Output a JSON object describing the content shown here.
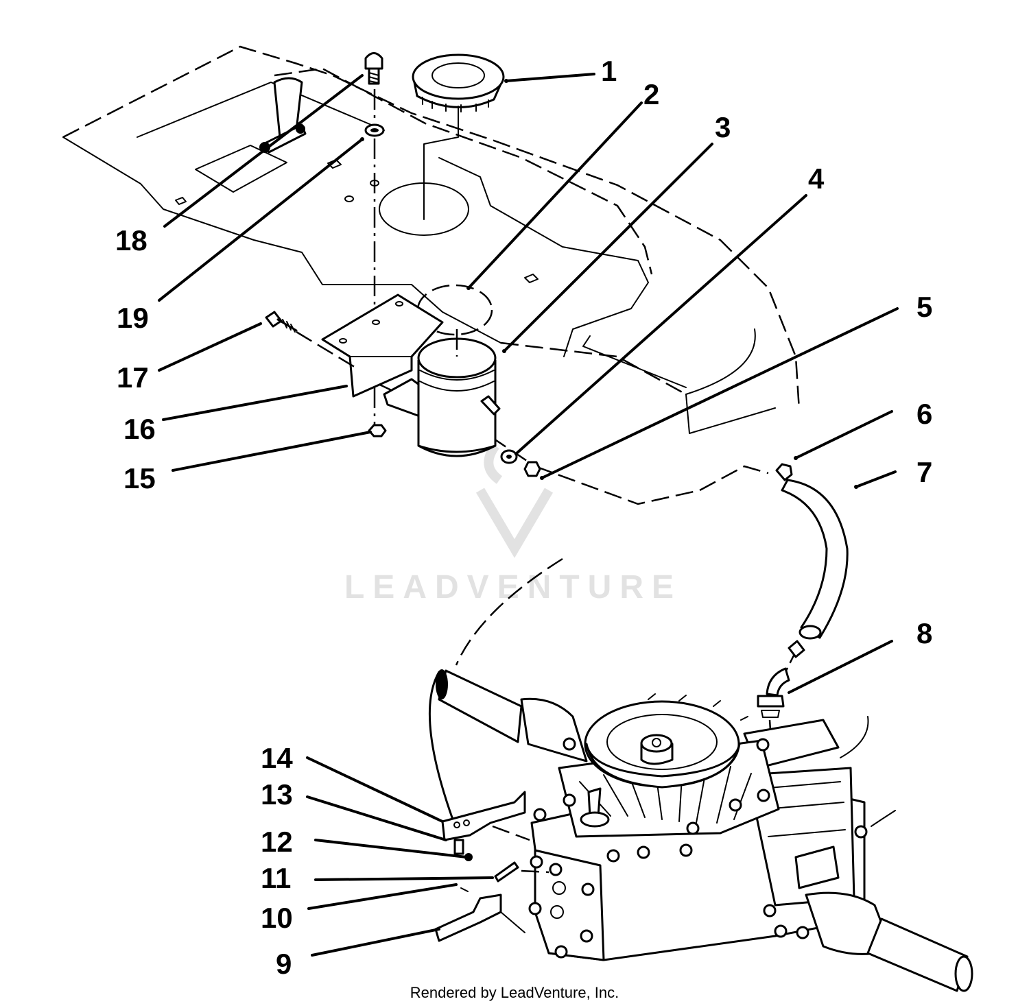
{
  "callouts": [
    {
      "id": "1",
      "text": "1"
    },
    {
      "id": "2",
      "text": "2"
    },
    {
      "id": "3",
      "text": "3"
    },
    {
      "id": "4",
      "text": "4"
    },
    {
      "id": "5",
      "text": "5"
    },
    {
      "id": "6",
      "text": "6"
    },
    {
      "id": "7",
      "text": "7"
    },
    {
      "id": "8",
      "text": "8"
    },
    {
      "id": "9",
      "text": "9"
    },
    {
      "id": "10",
      "text": "10"
    },
    {
      "id": "11",
      "text": "11"
    },
    {
      "id": "12",
      "text": "12"
    },
    {
      "id": "13",
      "text": "13"
    },
    {
      "id": "14",
      "text": "14"
    },
    {
      "id": "15",
      "text": "15"
    },
    {
      "id": "16",
      "text": "16"
    },
    {
      "id": "17",
      "text": "17"
    },
    {
      "id": "18",
      "text": "18"
    },
    {
      "id": "19",
      "text": "19"
    }
  ],
  "watermark": {
    "text": "LEADVENTURE"
  },
  "credit": {
    "text": "Rendered by LeadVenture, Inc."
  }
}
